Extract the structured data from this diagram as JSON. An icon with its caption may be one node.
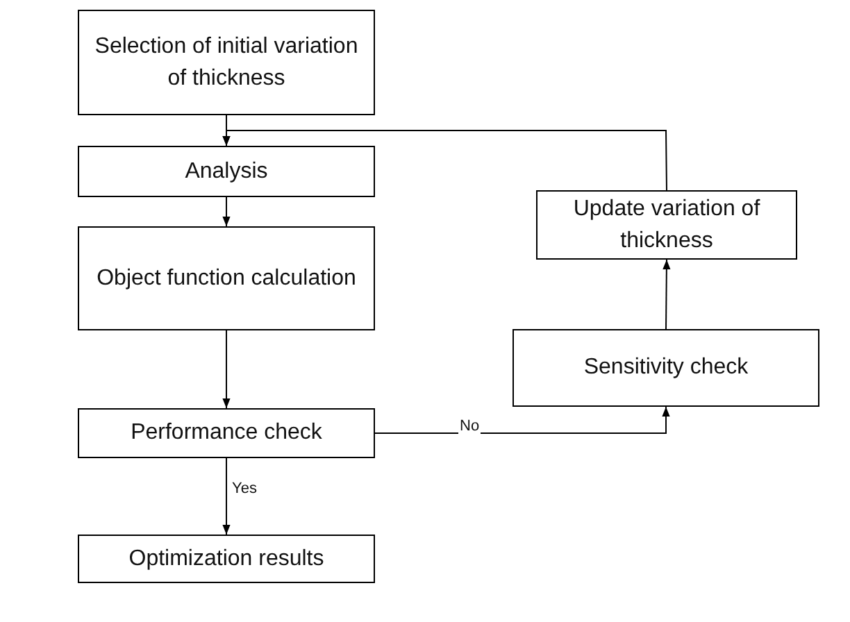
{
  "diagram": {
    "nodes": [
      {
        "text": [
          "Selection of initial variation of thickness"
        ]
      },
      {
        "text": [
          "Analysis"
        ]
      },
      {
        "text": [
          "Object function calculation"
        ]
      },
      {
        "text": [
          "Performance check"
        ]
      },
      {
        "text": [
          "Optimization results"
        ]
      },
      {
        "text": [
          "Update variation of thickness"
        ]
      },
      {
        "text": [
          "Sensitivity check"
        ]
      }
    ],
    "edges": [
      {
        "from": 0,
        "to": 1,
        "arrow": "to"
      },
      {
        "from": 1,
        "to": 2,
        "arrow": "to"
      },
      {
        "from": 2,
        "to": 3,
        "arrow": "to"
      },
      {
        "from": 3,
        "to": 4,
        "arrow": "to",
        "label": "Yes"
      },
      {
        "from": 3,
        "to": 6,
        "arrow": "to",
        "label": "No"
      },
      {
        "from": 6,
        "to": 5,
        "arrow": "to"
      },
      {
        "from": 5,
        "to": 1,
        "arrow": "to"
      }
    ]
  }
}
